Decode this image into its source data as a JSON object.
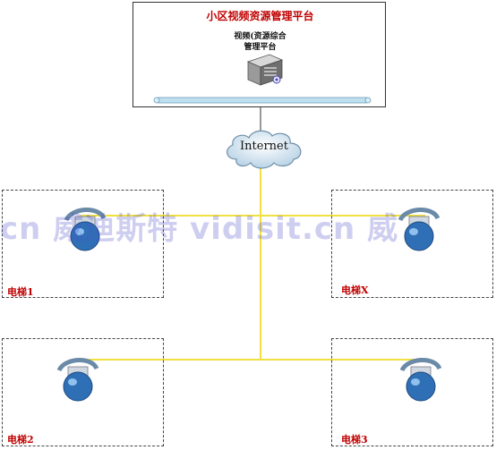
{
  "platform": {
    "title": "小区视频资源管理平台",
    "server_label_line1": "视频(资源综合",
    "server_label_line2": "管理平台"
  },
  "network": {
    "label": "Internet"
  },
  "elevators": {
    "e1": "电梯1",
    "ex": "电梯X",
    "e2": "电梯2",
    "e3": "电梯3"
  },
  "watermark": {
    "text": "cn 威迪斯特 vidisit.cn 威"
  },
  "colors": {
    "title_red": "#c00000",
    "link_yellow": "#f0e040",
    "camera_blue": "#2f6fb5",
    "bus_blue": "#bfe0f0"
  }
}
